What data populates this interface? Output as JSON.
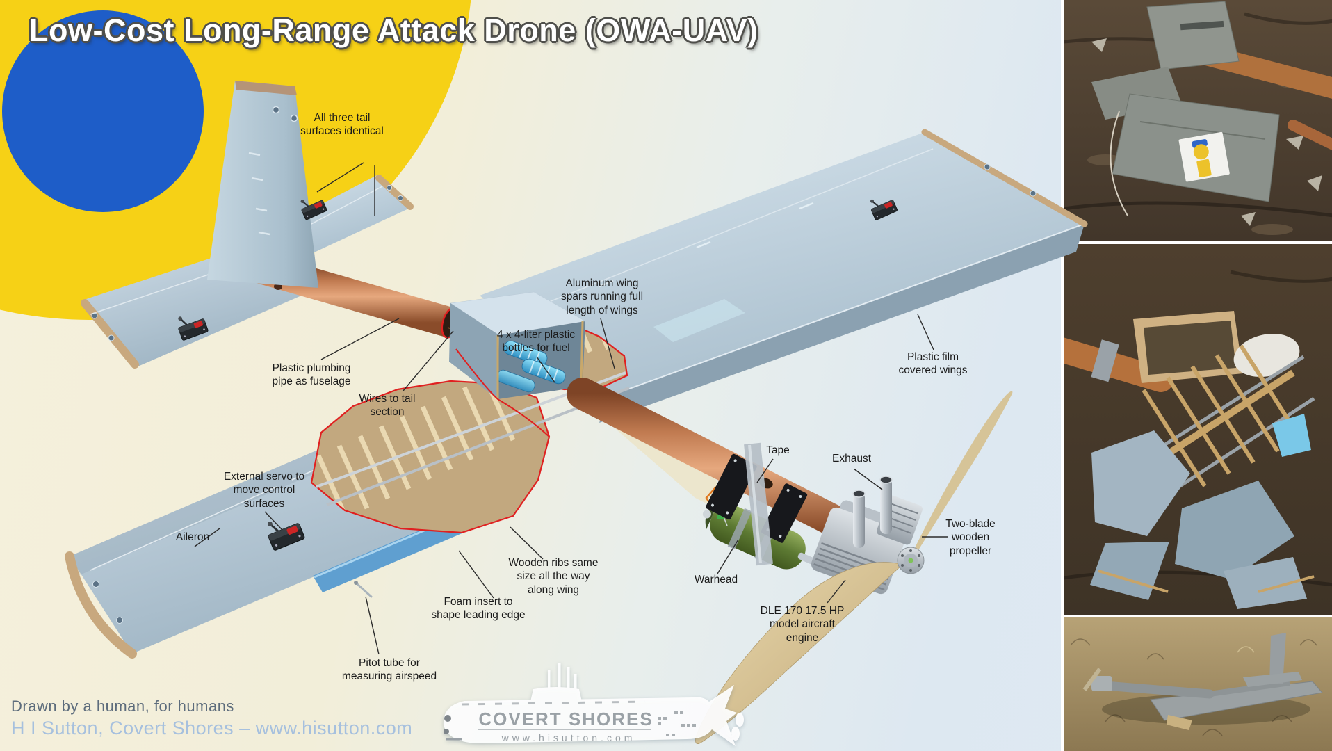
{
  "title": "Low-Cost Long-Range Attack Drone (OWA-UAV)",
  "diagram": {
    "labels": [
      {
        "id": "tail-surfaces",
        "text": "All three tail\nsurfaces identical"
      },
      {
        "id": "wing-spars",
        "text": "Aluminum wing\nspars running full\nlength of wings"
      },
      {
        "id": "fuel-bottles",
        "text": "4 x 4-liter plastic\nbottles for fuel"
      },
      {
        "id": "fuselage",
        "text": "Plastic plumbing\npipe as fuselage"
      },
      {
        "id": "wires",
        "text": "Wires to tail\nsection"
      },
      {
        "id": "film-wings",
        "text": "Plastic film\ncovered wings"
      },
      {
        "id": "servo",
        "text": "External servo to\nmove control\nsurfaces"
      },
      {
        "id": "aileron",
        "text": "Aileron"
      },
      {
        "id": "ribs",
        "text": "Wooden ribs same\nsize all the way\nalong wing"
      },
      {
        "id": "foam",
        "text": "Foam insert to\nshape leading edge"
      },
      {
        "id": "pitot",
        "text": "Pitot tube for\nmeasuring airspeed"
      },
      {
        "id": "tape",
        "text": "Tape"
      },
      {
        "id": "exhaust",
        "text": "Exhaust"
      },
      {
        "id": "propeller",
        "text": "Two-blade\nwooden\npropeller"
      },
      {
        "id": "warhead",
        "text": "Warhead"
      },
      {
        "id": "engine",
        "text": "DLE 170 17.5 HP\nmodel aircraft\nengine"
      }
    ]
  },
  "photos": [
    {
      "id": "photo-wreck-tail",
      "desc": "crashed drone tail section on muddy field"
    },
    {
      "id": "photo-wreck-wing",
      "desc": "destroyed wing showing wooden ribs and shredded covering"
    },
    {
      "id": "photo-downed-drone",
      "desc": "downed drone lying in dry grass"
    }
  ],
  "logo": {
    "name": "COVERT SHORES",
    "url": "www.hisutton.com"
  },
  "credits": {
    "line1": "Drawn by a human, for humans",
    "line2": "H I Sutton, Covert Shores – www.hisutton.com"
  },
  "colors": {
    "accent_yellow": "#f6d116",
    "accent_blue": "#1e5dc8",
    "fuselage_copper": "#c07a50",
    "wing_grey": "#b9cdda",
    "warhead_green": "#5d7a33",
    "propeller_tan": "#d9c89c",
    "cutaway_outline_red": "#e02020"
  }
}
